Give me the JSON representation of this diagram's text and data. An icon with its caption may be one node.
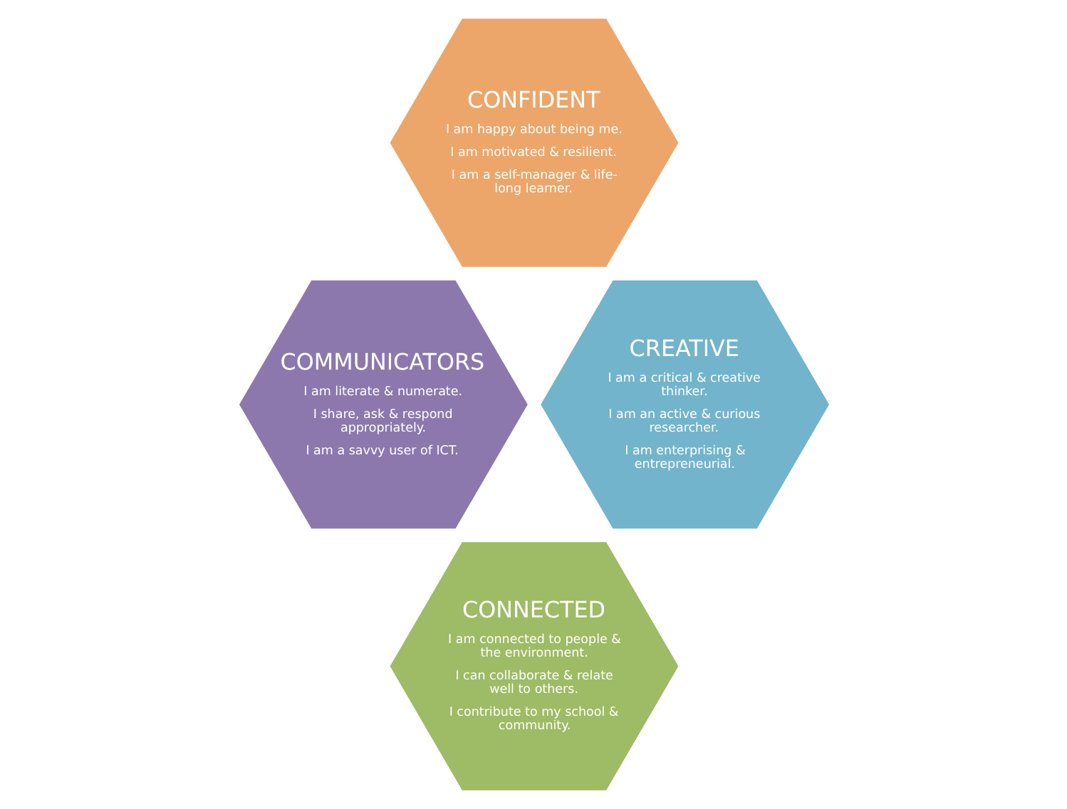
{
  "diagram": {
    "nodes": [
      {
        "text": [
          "CONFIDENT",
          "I am happy about being me.",
          "I am motivated & resilient.",
          "I am a self-manager & life-long learner."
        ]
      },
      {
        "text": [
          "COMMUNICATORS",
          "I am literate & numerate.",
          "I share, ask & respond appropriately.",
          "I am a savvy user of ICT."
        ]
      },
      {
        "text": [
          "CREATIVE",
          "I am a critical & creative thinker.",
          "I am an active & curious researcher.",
          "I am enterprising & entrepreneurial."
        ]
      },
      {
        "text": [
          "CONNECTED",
          "I am connected to people & the environment.",
          "I can collaborate & relate well to others.",
          "I contribute to my school & community."
        ]
      }
    ]
  }
}
